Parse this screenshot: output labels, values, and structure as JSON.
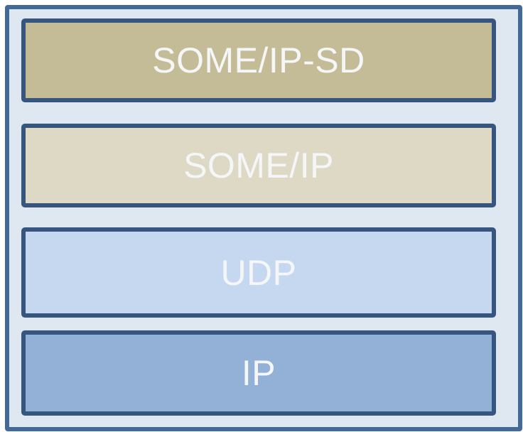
{
  "layers": [
    {
      "label": "SOME/IP-SD",
      "fill": "#c3bc97"
    },
    {
      "label": "SOME/IP",
      "fill": "#ddd9c4"
    },
    {
      "label": "UDP",
      "fill": "#c5d8ef"
    },
    {
      "label": "IP",
      "fill": "#93b0d6"
    }
  ],
  "colors": {
    "outer_border": "#41699a",
    "outer_fill": "#dfe7f1",
    "layer_border": "#36557f",
    "text": "#f4f6f8"
  }
}
